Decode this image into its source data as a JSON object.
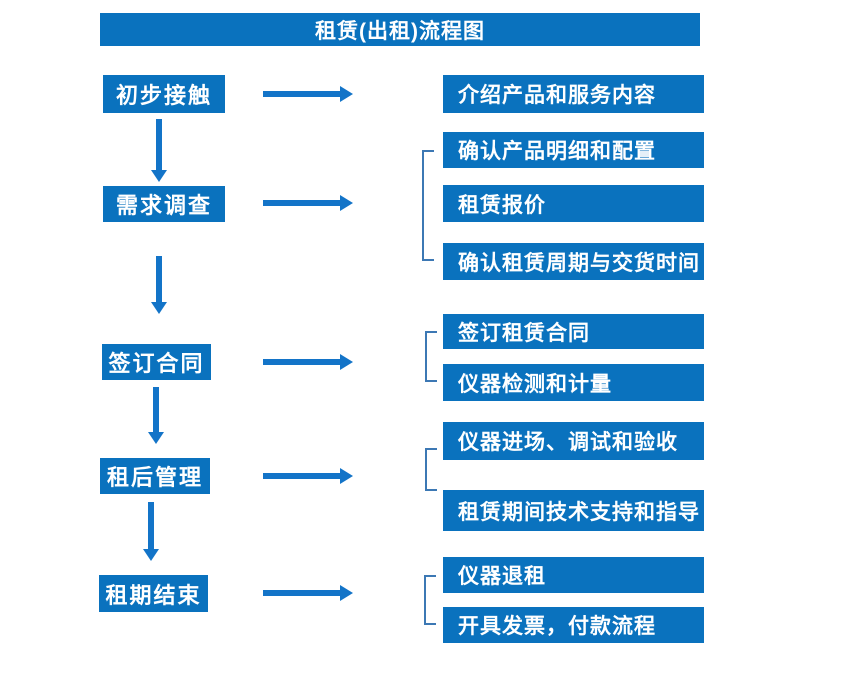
{
  "title": "租赁(出租)流程图",
  "colors": {
    "box_blue": "#0a72be",
    "arrow_blue": "#1374c8",
    "bracket_blue": "#3c78b4",
    "text": "#ffffff",
    "background": "#ffffff"
  },
  "flow": {
    "groups": [
      {
        "step": "初步接触",
        "details": [
          "介绍产品和服务内容"
        ]
      },
      {
        "step": "需求调查",
        "details": [
          "确认产品明细和配置",
          "租赁报价",
          "确认租赁周期与交货时间"
        ]
      },
      {
        "step": "签订合同",
        "details": [
          "签订租赁合同",
          "仪器检测和计量"
        ]
      },
      {
        "step": "租后管理",
        "details": [
          "仪器进场、调试和验收",
          "租赁期间技术支持和指导"
        ]
      },
      {
        "step": "租期结束",
        "details": [
          "仪器退租",
          "开具发票，付款流程"
        ]
      }
    ]
  }
}
